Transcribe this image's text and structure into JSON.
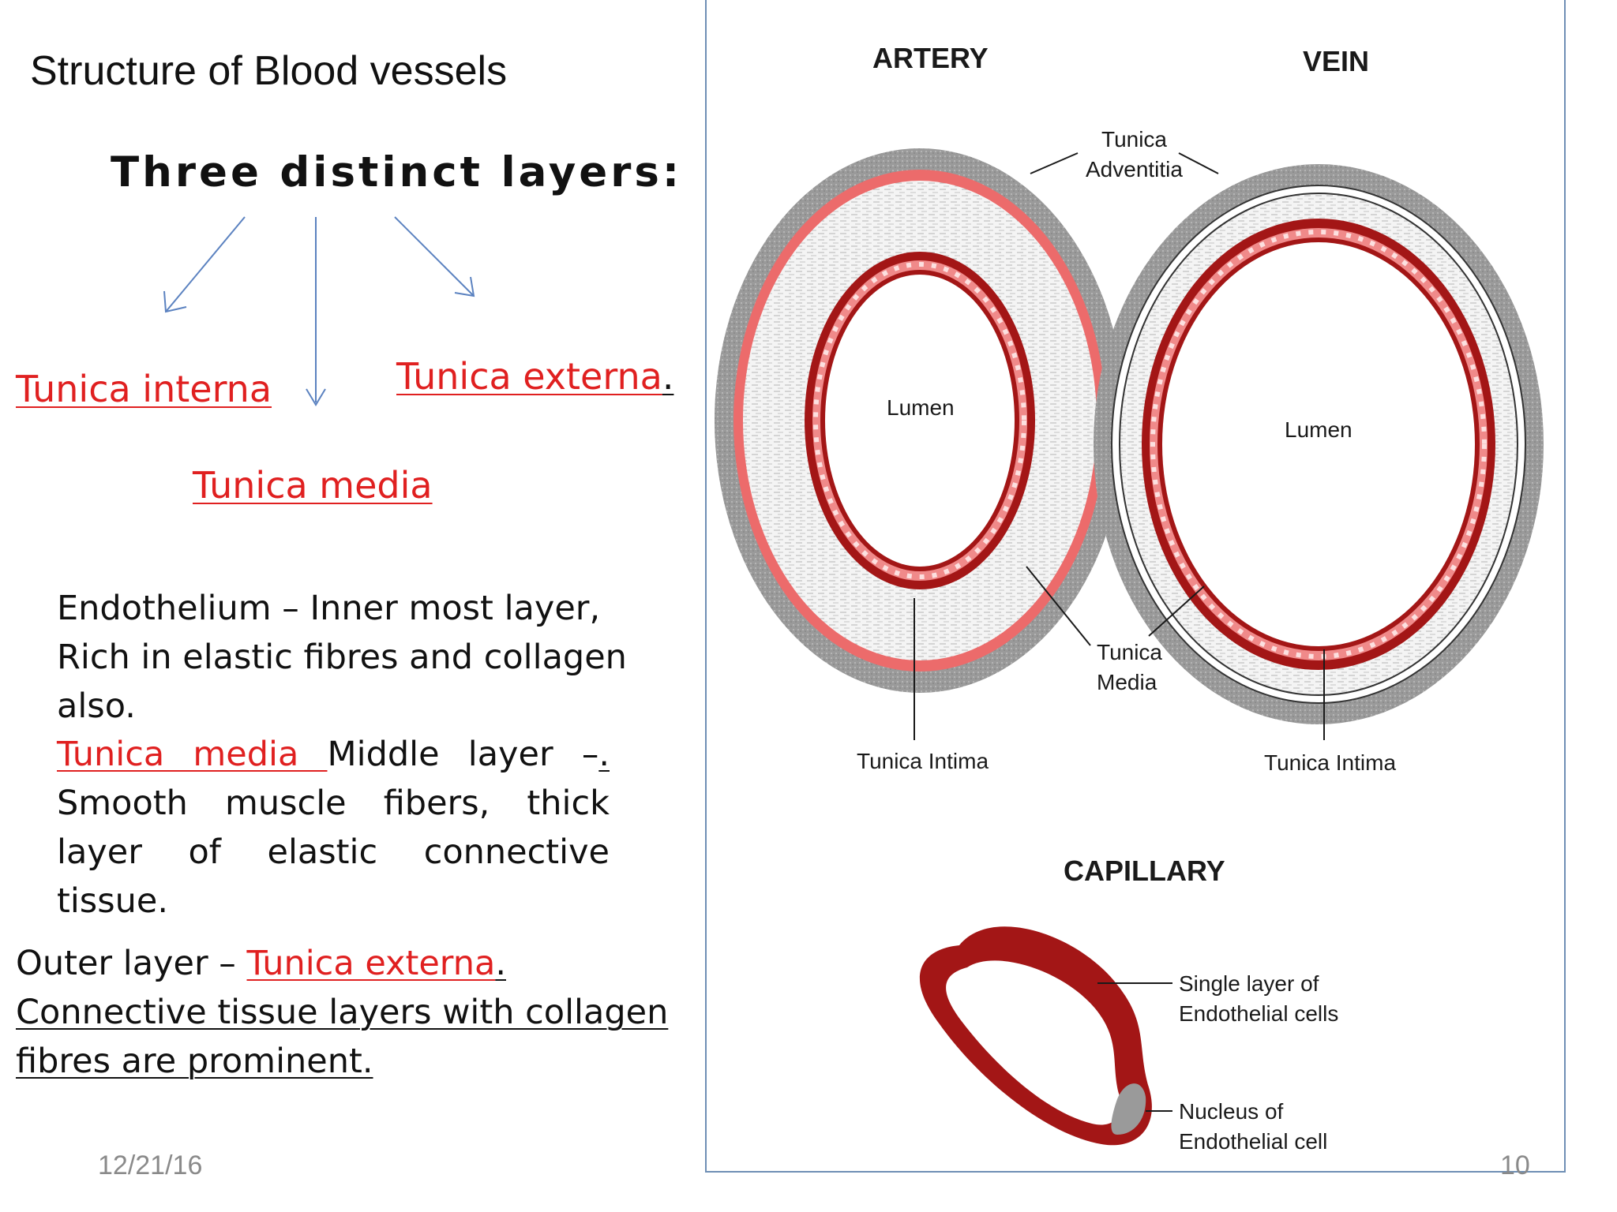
{
  "slide": {
    "title": "Structure of Blood vessels",
    "subtitle": "Three distinct layers:",
    "layers": {
      "interna": "Tunica interna",
      "media": "Tunica media",
      "externa": "Tunica externa",
      "externa_dot": "."
    },
    "para1": {
      "line1": "Endothelium – Inner most layer,",
      "line2": "Rich in elastic fibres and collagen",
      "line3": "also."
    },
    "para2": {
      "red": "Tunica media ",
      "text": "Middle layer –",
      "dot": ".",
      "rest": " Smooth muscle fibers, thick layer of elastic connective tissue."
    },
    "para3": {
      "prefix": "Outer layer – ",
      "red": "Tunica externa",
      "dot": ". ",
      "line2": "Connective tissue layers with collagen",
      "line3": "fibres are prominent."
    },
    "date": "12/21/16",
    "page_number": "10"
  },
  "figure": {
    "artery_heading": "ARTERY",
    "vein_heading": "VEIN",
    "capillary_heading": "CAPILLARY",
    "adventitia_1": "Tunica",
    "adventitia_2": "Adventitia",
    "lumen_artery": "Lumen",
    "lumen_vein": "Lumen",
    "media_1": "Tunica",
    "media_2": "Media",
    "intima_artery": "Tunica Intima",
    "intima_vein": "Tunica Intima",
    "single_1": "Single layer of",
    "single_2": "Endothelial cells",
    "nucleus_1": "Nucleus of",
    "nucleus_2": "Endothelial cell",
    "colors": {
      "red_text": "#e02020",
      "elastic_pink": "#ec6b6b",
      "dark_red": "#a31616",
      "adventitia_grey": "#9b9b9b",
      "arrow_blue": "#5b82c0",
      "frame_blue": "#6f8fb5"
    }
  }
}
